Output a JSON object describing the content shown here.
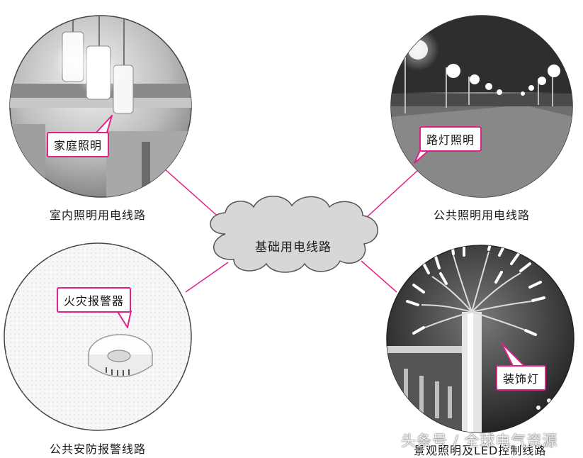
{
  "center": {
    "label": "基础用电线路"
  },
  "nodes": {
    "home": {
      "callout": "家庭照明",
      "caption": "室内照明用电线路",
      "icon": "pendant-lamps-photo"
    },
    "street": {
      "callout": "路灯照明",
      "caption": "公共照明用电线路",
      "icon": "street-lights-photo"
    },
    "fire": {
      "callout": "火灾报警器",
      "caption": "公共安防报警线路",
      "icon": "smoke-detector-photo"
    },
    "decor": {
      "callout": "装饰灯",
      "caption": "景观照明及LED控制线路",
      "icon": "decorative-tree-lamp-photo"
    }
  },
  "watermark": "头条号 / 全球电气资源",
  "colors": {
    "connector": "#e0218a",
    "cloud_fill": "#d7d7d7",
    "cloud_stroke": "#555555"
  }
}
